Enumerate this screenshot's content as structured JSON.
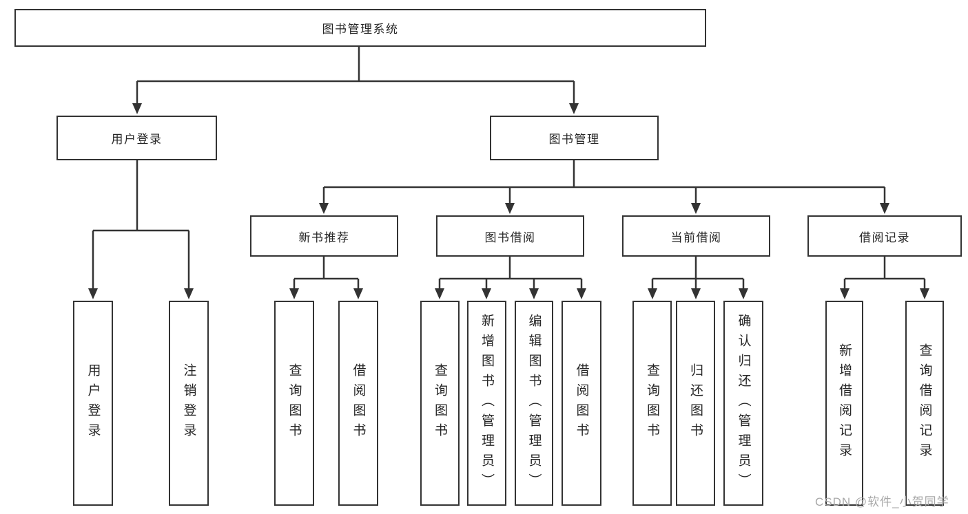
{
  "diagram": {
    "root": {
      "label": "图书管理系统"
    },
    "level2": {
      "user_login": {
        "label": "用户登录"
      },
      "book_mgmt": {
        "label": "图书管理"
      }
    },
    "level3": {
      "new_books": {
        "label": "新书推荐"
      },
      "book_borrow": {
        "label": "图书借阅"
      },
      "current_borrow": {
        "label": "当前借阅"
      },
      "borrow_records": {
        "label": "借阅记录"
      }
    },
    "leaves": {
      "user_login": [
        "用户登录",
        "注销登录"
      ],
      "new_books": [
        "查询图书",
        "借阅图书"
      ],
      "book_borrow": [
        "查询图书",
        "新增图书（管理员）",
        "编辑图书（管理员）",
        "借阅图书"
      ],
      "current_borrow": [
        "查询图书",
        "归还图书",
        "确认归还（管理员）"
      ],
      "borrow_records": [
        "新增借阅记录",
        "查询借阅记录"
      ]
    }
  },
  "watermark": {
    "text": "CSDN @软件_小贺同学"
  },
  "colors": {
    "line": "#333333",
    "text": "#262626",
    "watermark": "#a8a8a8"
  }
}
